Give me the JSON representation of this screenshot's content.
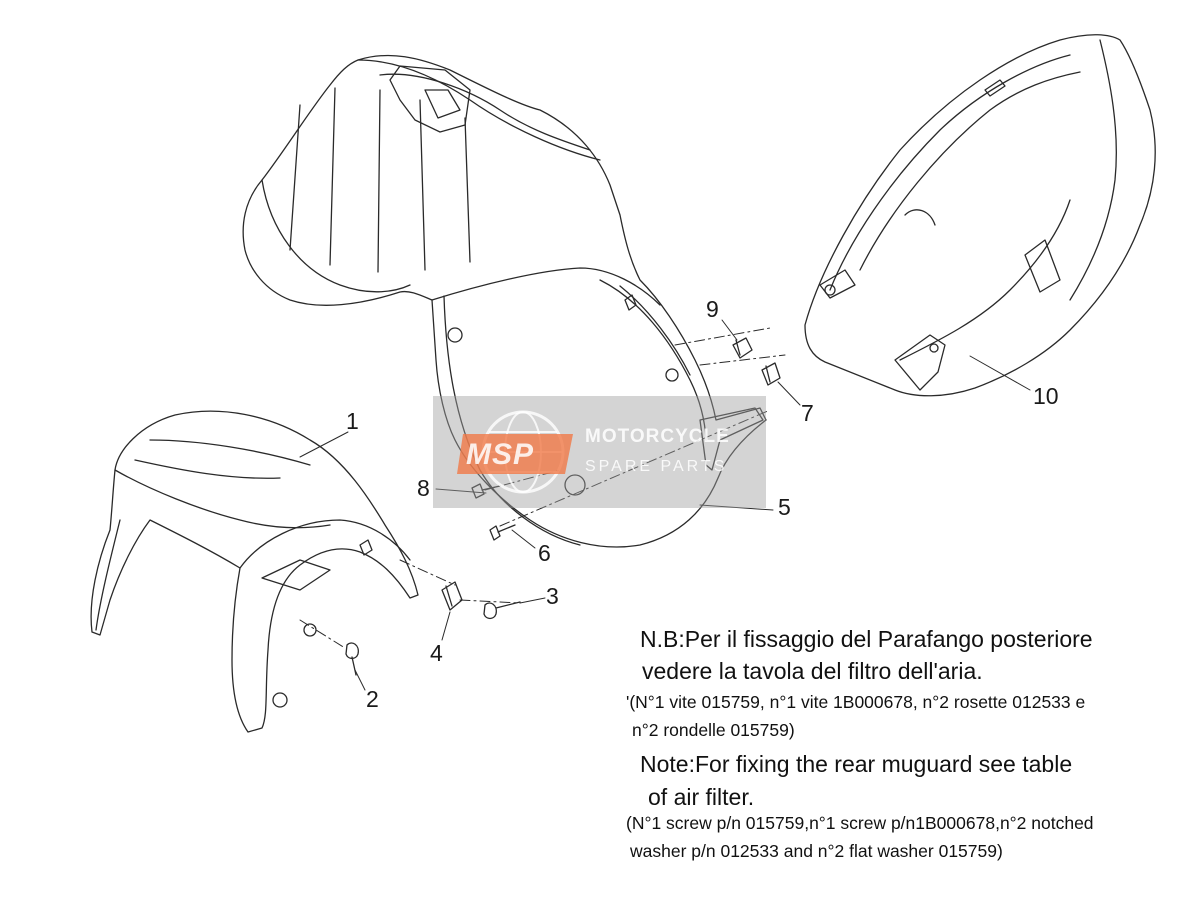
{
  "callouts": [
    {
      "id": "1",
      "label": "1"
    },
    {
      "id": "2",
      "label": "2"
    },
    {
      "id": "3",
      "label": "3"
    },
    {
      "id": "4",
      "label": "4"
    },
    {
      "id": "5",
      "label": "5"
    },
    {
      "id": "6",
      "label": "6"
    },
    {
      "id": "7",
      "label": "7"
    },
    {
      "id": "8",
      "label": "8"
    },
    {
      "id": "9",
      "label": "9"
    },
    {
      "id": "10",
      "label": "10"
    }
  ],
  "watermark": {
    "logo": "MSP",
    "line1": "MOTORCYCLE",
    "line2": "SPARE PARTS"
  },
  "notes": {
    "it_line1": "N.B:Per il fissaggio del Parafango posteriore",
    "it_line2": "vedere la tavola del filtro dell'aria.",
    "it_detail1": "'(N°1 vite 015759, n°1 vite 1B000678, n°2 rosette 012533 e",
    "it_detail2": "n°2 rondelle 015759)",
    "en_line1": "Note:For fixing the rear muguard see table",
    "en_line2": "of air filter.",
    "en_detail1": "(N°1 screw p/n 015759,n°1 screw p/n1B000678,n°2 notched",
    "en_detail2": "washer p/n 012533 and n°2 flat washer 015759)"
  }
}
